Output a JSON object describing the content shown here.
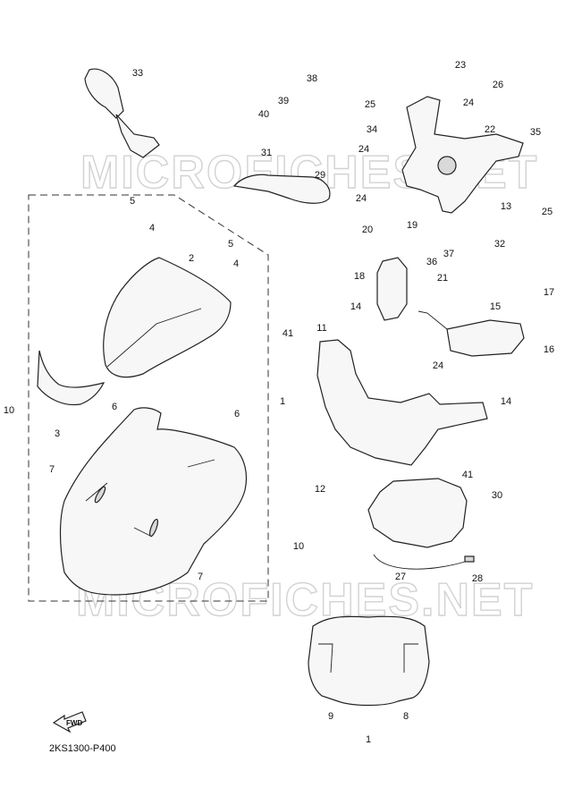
{
  "watermark": "MICROFICHES.NET",
  "diagram_code": "2KS1300-P400",
  "fwd_label": "FWD",
  "callouts": [
    "1",
    "2",
    "3",
    "4",
    "5",
    "6",
    "7",
    "8",
    "9",
    "10",
    "11",
    "12",
    "13",
    "14",
    "15",
    "16",
    "17",
    "18",
    "19",
    "20",
    "21",
    "22",
    "23",
    "24",
    "25",
    "26",
    "27",
    "28",
    "29",
    "30",
    "31",
    "32",
    "33",
    "34",
    "35",
    "36",
    "37",
    "38",
    "39",
    "40",
    "41"
  ]
}
